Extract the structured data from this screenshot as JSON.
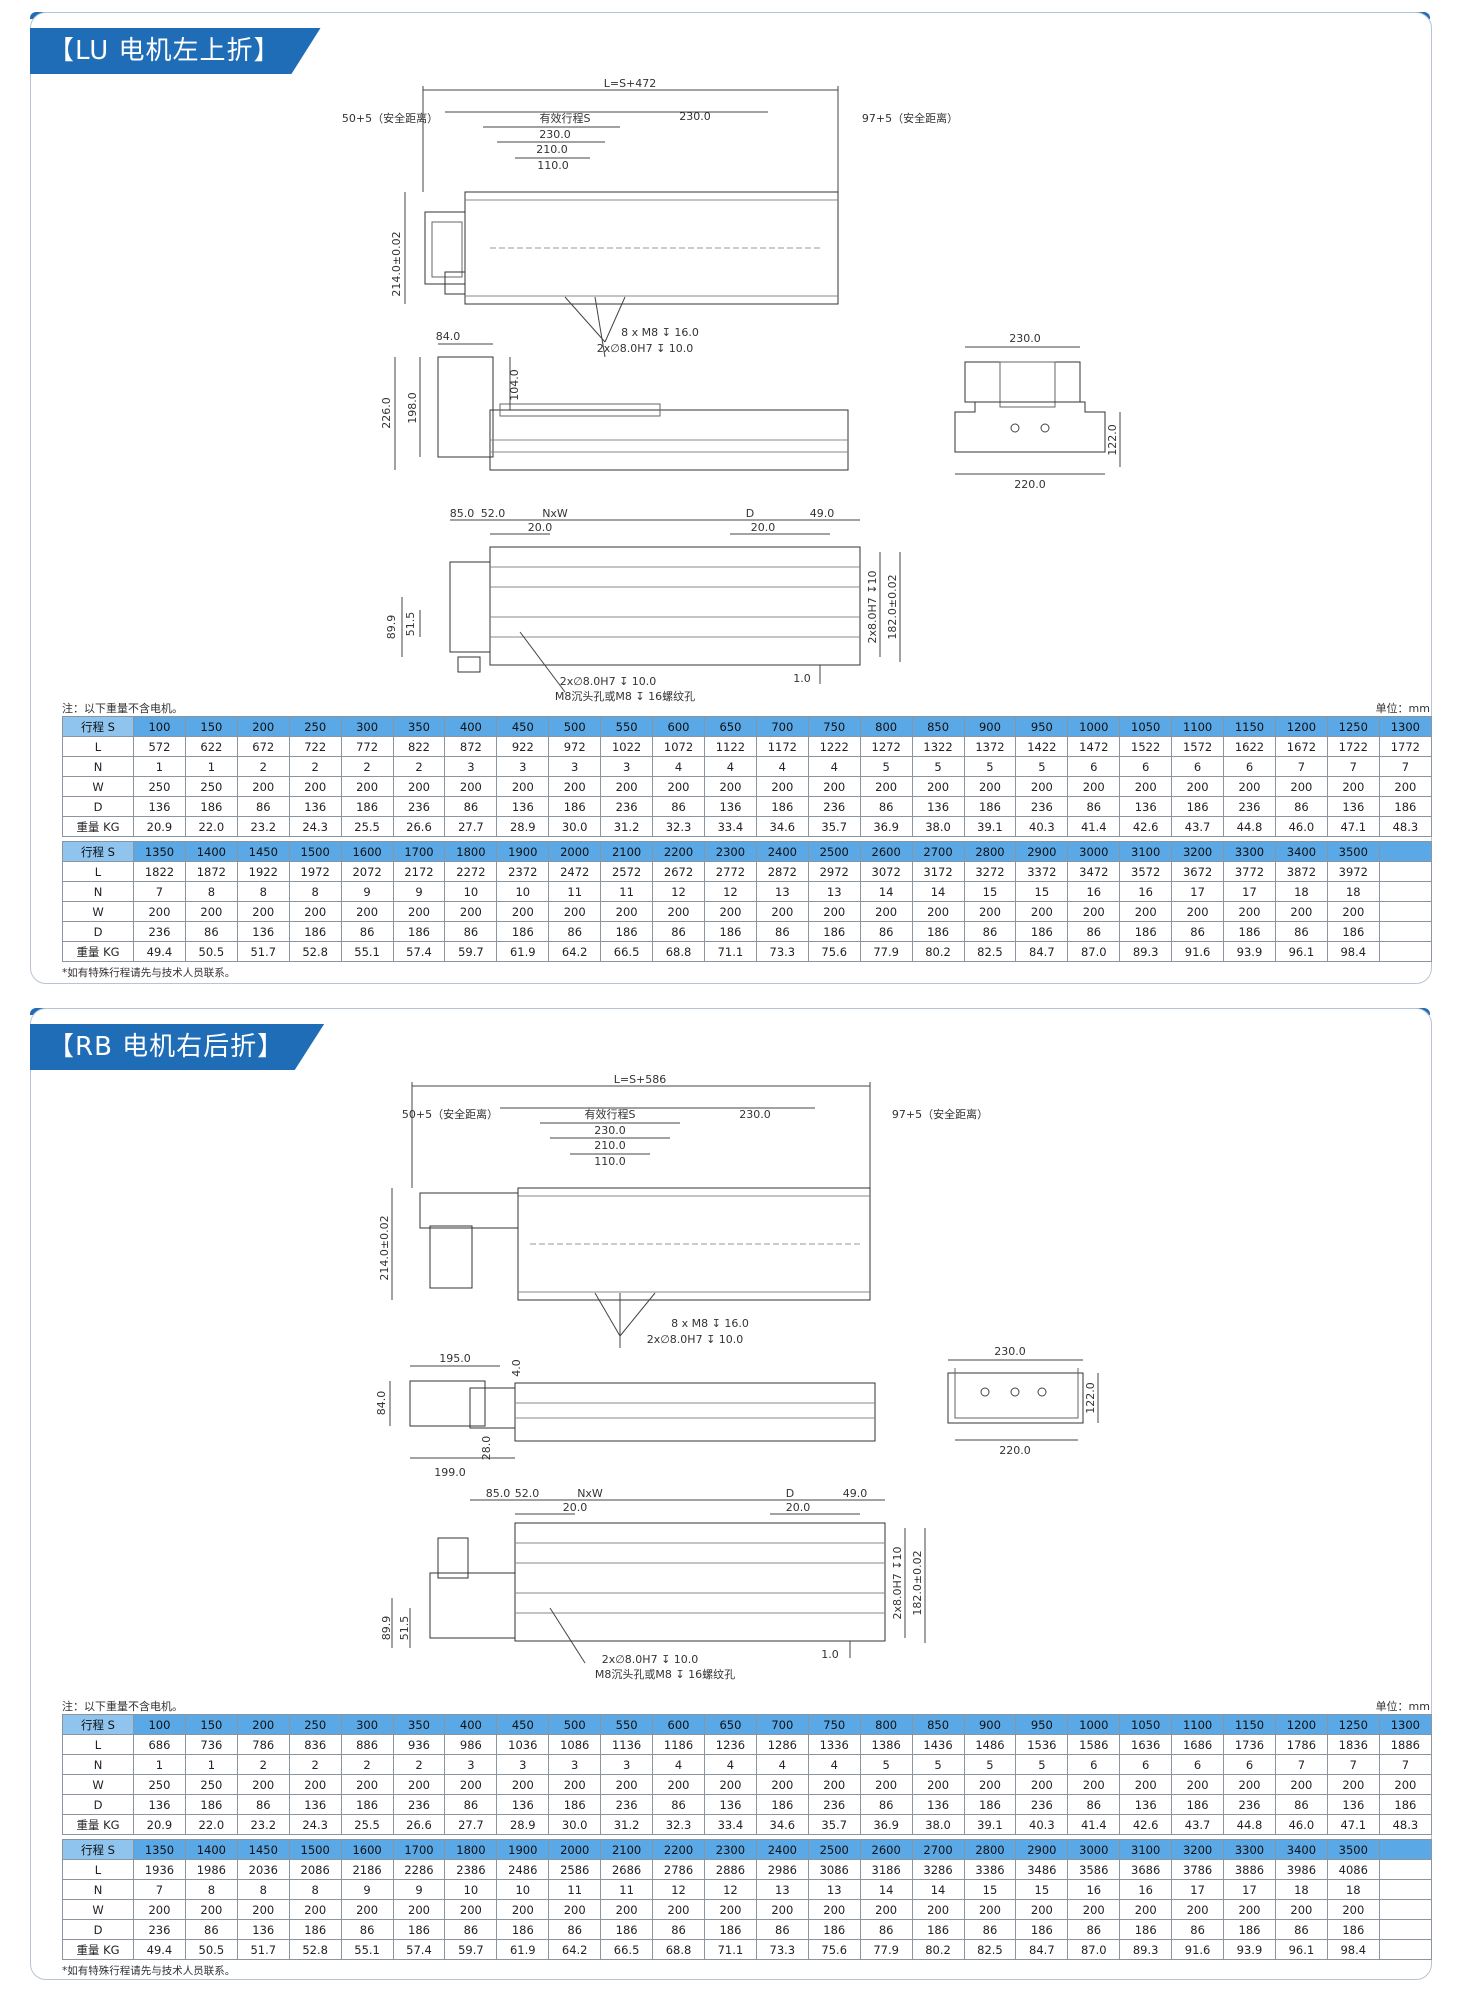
{
  "sections": [
    {
      "tab_title": "【LU 电机左上折】",
      "drawing": {
        "overall_length": "L=S+472",
        "safety_left": "50+5（安全距离）",
        "stroke": "有效行程S",
        "dim_230_top": "230.0",
        "safety_right": "97+5（安全距离）",
        "dim_230": "230.0",
        "dim_210": "210.0",
        "dim_110": "110.0",
        "height_214": "214.0±0.02",
        "holes_m8": "8 x  M8 ↧ 16.0",
        "holes_pin": "2x∅8.0H7 ↧ 10.0",
        "side_84": "84.0",
        "side_104": "104.0",
        "side_226": "226.0",
        "side_198": "198.0",
        "end_230": "230.0",
        "end_122": "122.0",
        "end_220": "220.0",
        "bottom_85": "85.0",
        "bottom_52": "52.0",
        "bottom_nxw": "NxW",
        "bottom_20a": "20.0",
        "bottom_d": "D",
        "bottom_20b": "20.0",
        "bottom_49": "49.0",
        "bottom_89": "89.9",
        "bottom_51": "51.5",
        "bottom_pin_right": "2x8.0H7 ↧10",
        "bottom_182": "182.0±0.02",
        "bottom_1": "1.0",
        "bottom_pin": "2x∅8.0H7 ↧ 10.0",
        "bottom_m8": "M8沉头孔或M8 ↧ 16螺纹孔"
      },
      "note_top": "注：以下重量不含电机。",
      "unit": "单位：mm",
      "note_bottom": "*如有特殊行程请先与技术人员联系。",
      "tables": [
        {
          "rows": [
            {
              "label": "行程 S",
              "values": [
                "100",
                "150",
                "200",
                "250",
                "300",
                "350",
                "400",
                "450",
                "500",
                "550",
                "600",
                "650",
                "700",
                "750",
                "800",
                "850",
                "900",
                "950",
                "1000",
                "1050",
                "1100",
                "1150",
                "1200",
                "1250",
                "1300"
              ]
            },
            {
              "label": "L",
              "values": [
                "572",
                "622",
                "672",
                "722",
                "772",
                "822",
                "872",
                "922",
                "972",
                "1022",
                "1072",
                "1122",
                "1172",
                "1222",
                "1272",
                "1322",
                "1372",
                "1422",
                "1472",
                "1522",
                "1572",
                "1622",
                "1672",
                "1722",
                "1772"
              ]
            },
            {
              "label": "N",
              "values": [
                "1",
                "1",
                "2",
                "2",
                "2",
                "2",
                "3",
                "3",
                "3",
                "3",
                "4",
                "4",
                "4",
                "4",
                "5",
                "5",
                "5",
                "5",
                "6",
                "6",
                "6",
                "6",
                "7",
                "7",
                "7"
              ]
            },
            {
              "label": "W",
              "values": [
                "250",
                "250",
                "200",
                "200",
                "200",
                "200",
                "200",
                "200",
                "200",
                "200",
                "200",
                "200",
                "200",
                "200",
                "200",
                "200",
                "200",
                "200",
                "200",
                "200",
                "200",
                "200",
                "200",
                "200",
                "200"
              ]
            },
            {
              "label": "D",
              "values": [
                "136",
                "186",
                "86",
                "136",
                "186",
                "236",
                "86",
                "136",
                "186",
                "236",
                "86",
                "136",
                "186",
                "236",
                "86",
                "136",
                "186",
                "236",
                "86",
                "136",
                "186",
                "236",
                "86",
                "136",
                "186"
              ]
            },
            {
              "label": "重量 KG",
              "values": [
                "20.9",
                "22.0",
                "23.2",
                "24.3",
                "25.5",
                "26.6",
                "27.7",
                "28.9",
                "30.0",
                "31.2",
                "32.3",
                "33.4",
                "34.6",
                "35.7",
                "36.9",
                "38.0",
                "39.1",
                "40.3",
                "41.4",
                "42.6",
                "43.7",
                "44.8",
                "46.0",
                "47.1",
                "48.3"
              ]
            }
          ]
        },
        {
          "rows": [
            {
              "label": "行程 S",
              "values": [
                "1350",
                "1400",
                "1450",
                "1500",
                "1600",
                "1700",
                "1800",
                "1900",
                "2000",
                "2100",
                "2200",
                "2300",
                "2400",
                "2500",
                "2600",
                "2700",
                "2800",
                "2900",
                "3000",
                "3100",
                "3200",
                "3300",
                "3400",
                "3500",
                ""
              ]
            },
            {
              "label": "L",
              "values": [
                "1822",
                "1872",
                "1922",
                "1972",
                "2072",
                "2172",
                "2272",
                "2372",
                "2472",
                "2572",
                "2672",
                "2772",
                "2872",
                "2972",
                "3072",
                "3172",
                "3272",
                "3372",
                "3472",
                "3572",
                "3672",
                "3772",
                "3872",
                "3972",
                ""
              ]
            },
            {
              "label": "N",
              "values": [
                "7",
                "8",
                "8",
                "8",
                "9",
                "9",
                "10",
                "10",
                "11",
                "11",
                "12",
                "12",
                "13",
                "13",
                "14",
                "14",
                "15",
                "15",
                "16",
                "16",
                "17",
                "17",
                "18",
                "18",
                ""
              ]
            },
            {
              "label": "W",
              "values": [
                "200",
                "200",
                "200",
                "200",
                "200",
                "200",
                "200",
                "200",
                "200",
                "200",
                "200",
                "200",
                "200",
                "200",
                "200",
                "200",
                "200",
                "200",
                "200",
                "200",
                "200",
                "200",
                "200",
                "200",
                ""
              ]
            },
            {
              "label": "D",
              "values": [
                "236",
                "86",
                "136",
                "186",
                "86",
                "186",
                "86",
                "186",
                "86",
                "186",
                "86",
                "186",
                "86",
                "186",
                "86",
                "186",
                "86",
                "186",
                "86",
                "186",
                "86",
                "186",
                "86",
                "186",
                ""
              ]
            },
            {
              "label": "重量 KG",
              "values": [
                "49.4",
                "50.5",
                "51.7",
                "52.8",
                "55.1",
                "57.4",
                "59.7",
                "61.9",
                "64.2",
                "66.5",
                "68.8",
                "71.1",
                "73.3",
                "75.6",
                "77.9",
                "80.2",
                "82.5",
                "84.7",
                "87.0",
                "89.3",
                "91.6",
                "93.9",
                "96.1",
                "98.4",
                ""
              ]
            }
          ]
        }
      ]
    },
    {
      "tab_title": "【RB 电机右后折】",
      "drawing": {
        "overall_length": "L=S+586",
        "safety_left": "50+5（安全距离）",
        "stroke": "有效行程S",
        "dim_230_top": "230.0",
        "safety_right": "97+5（安全距离）",
        "dim_230": "230.0",
        "dim_210": "210.0",
        "dim_110": "110.0",
        "height_214": "214.0±0.02",
        "holes_m8": "8 x  M8 ↧ 16.0",
        "holes_pin": "2x∅8.0H7 ↧ 10.0",
        "side_195": "195.0",
        "side_4": "4.0",
        "side_84": "84.0",
        "side_28": "28.0",
        "side_199": "199.0",
        "end_230": "230.0",
        "end_122": "122.0",
        "end_220": "220.0",
        "bottom_85": "85.0",
        "bottom_52": "52.0",
        "bottom_nxw": "NxW",
        "bottom_20a": "20.0",
        "bottom_d": "D",
        "bottom_20b": "20.0",
        "bottom_49": "49.0",
        "bottom_89": "89.9",
        "bottom_51": "51.5",
        "bottom_pin_right": "2x8.0H7 ↧10",
        "bottom_182": "182.0±0.02",
        "bottom_1": "1.0",
        "bottom_pin": "2x∅8.0H7 ↧ 10.0",
        "bottom_m8": "M8沉头孔或M8 ↧ 16螺纹孔"
      },
      "note_top": "注：以下重量不含电机。",
      "unit": "单位：mm",
      "note_bottom": "*如有特殊行程请先与技术人员联系。",
      "tables": [
        {
          "rows": [
            {
              "label": "行程 S",
              "values": [
                "100",
                "150",
                "200",
                "250",
                "300",
                "350",
                "400",
                "450",
                "500",
                "550",
                "600",
                "650",
                "700",
                "750",
                "800",
                "850",
                "900",
                "950",
                "1000",
                "1050",
                "1100",
                "1150",
                "1200",
                "1250",
                "1300"
              ]
            },
            {
              "label": "L",
              "values": [
                "686",
                "736",
                "786",
                "836",
                "886",
                "936",
                "986",
                "1036",
                "1086",
                "1136",
                "1186",
                "1236",
                "1286",
                "1336",
                "1386",
                "1436",
                "1486",
                "1536",
                "1586",
                "1636",
                "1686",
                "1736",
                "1786",
                "1836",
                "1886"
              ]
            },
            {
              "label": "N",
              "values": [
                "1",
                "1",
                "2",
                "2",
                "2",
                "2",
                "3",
                "3",
                "3",
                "3",
                "4",
                "4",
                "4",
                "4",
                "5",
                "5",
                "5",
                "5",
                "6",
                "6",
                "6",
                "6",
                "7",
                "7",
                "7"
              ]
            },
            {
              "label": "W",
              "values": [
                "250",
                "250",
                "200",
                "200",
                "200",
                "200",
                "200",
                "200",
                "200",
                "200",
                "200",
                "200",
                "200",
                "200",
                "200",
                "200",
                "200",
                "200",
                "200",
                "200",
                "200",
                "200",
                "200",
                "200",
                "200"
              ]
            },
            {
              "label": "D",
              "values": [
                "136",
                "186",
                "86",
                "136",
                "186",
                "236",
                "86",
                "136",
                "186",
                "236",
                "86",
                "136",
                "186",
                "236",
                "86",
                "136",
                "186",
                "236",
                "86",
                "136",
                "186",
                "236",
                "86",
                "136",
                "186"
              ]
            },
            {
              "label": "重量 KG",
              "values": [
                "20.9",
                "22.0",
                "23.2",
                "24.3",
                "25.5",
                "26.6",
                "27.7",
                "28.9",
                "30.0",
                "31.2",
                "32.3",
                "33.4",
                "34.6",
                "35.7",
                "36.9",
                "38.0",
                "39.1",
                "40.3",
                "41.4",
                "42.6",
                "43.7",
                "44.8",
                "46.0",
                "47.1",
                "48.3"
              ]
            }
          ]
        },
        {
          "rows": [
            {
              "label": "行程 S",
              "values": [
                "1350",
                "1400",
                "1450",
                "1500",
                "1600",
                "1700",
                "1800",
                "1900",
                "2000",
                "2100",
                "2200",
                "2300",
                "2400",
                "2500",
                "2600",
                "2700",
                "2800",
                "2900",
                "3000",
                "3100",
                "3200",
                "3300",
                "3400",
                "3500",
                ""
              ]
            },
            {
              "label": "L",
              "values": [
                "1936",
                "1986",
                "2036",
                "2086",
                "2186",
                "2286",
                "2386",
                "2486",
                "2586",
                "2686",
                "2786",
                "2886",
                "2986",
                "3086",
                "3186",
                "3286",
                "3386",
                "3486",
                "3586",
                "3686",
                "3786",
                "3886",
                "3986",
                "4086",
                ""
              ]
            },
            {
              "label": "N",
              "values": [
                "7",
                "8",
                "8",
                "8",
                "9",
                "9",
                "10",
                "10",
                "11",
                "11",
                "12",
                "12",
                "13",
                "13",
                "14",
                "14",
                "15",
                "15",
                "16",
                "16",
                "17",
                "17",
                "18",
                "18",
                ""
              ]
            },
            {
              "label": "W",
              "values": [
                "200",
                "200",
                "200",
                "200",
                "200",
                "200",
                "200",
                "200",
                "200",
                "200",
                "200",
                "200",
                "200",
                "200",
                "200",
                "200",
                "200",
                "200",
                "200",
                "200",
                "200",
                "200",
                "200",
                "200",
                ""
              ]
            },
            {
              "label": "D",
              "values": [
                "236",
                "86",
                "136",
                "186",
                "86",
                "186",
                "86",
                "186",
                "86",
                "186",
                "86",
                "186",
                "86",
                "186",
                "86",
                "186",
                "86",
                "186",
                "86",
                "186",
                "86",
                "186",
                "86",
                "186",
                ""
              ]
            },
            {
              "label": "重量 KG",
              "values": [
                "49.4",
                "50.5",
                "51.7",
                "52.8",
                "55.1",
                "57.4",
                "59.7",
                "61.9",
                "64.2",
                "66.5",
                "68.8",
                "71.1",
                "73.3",
                "75.6",
                "77.9",
                "80.2",
                "82.5",
                "84.7",
                "87.0",
                "89.3",
                "91.6",
                "93.9",
                "96.1",
                "98.4",
                ""
              ]
            }
          ]
        }
      ]
    }
  ]
}
